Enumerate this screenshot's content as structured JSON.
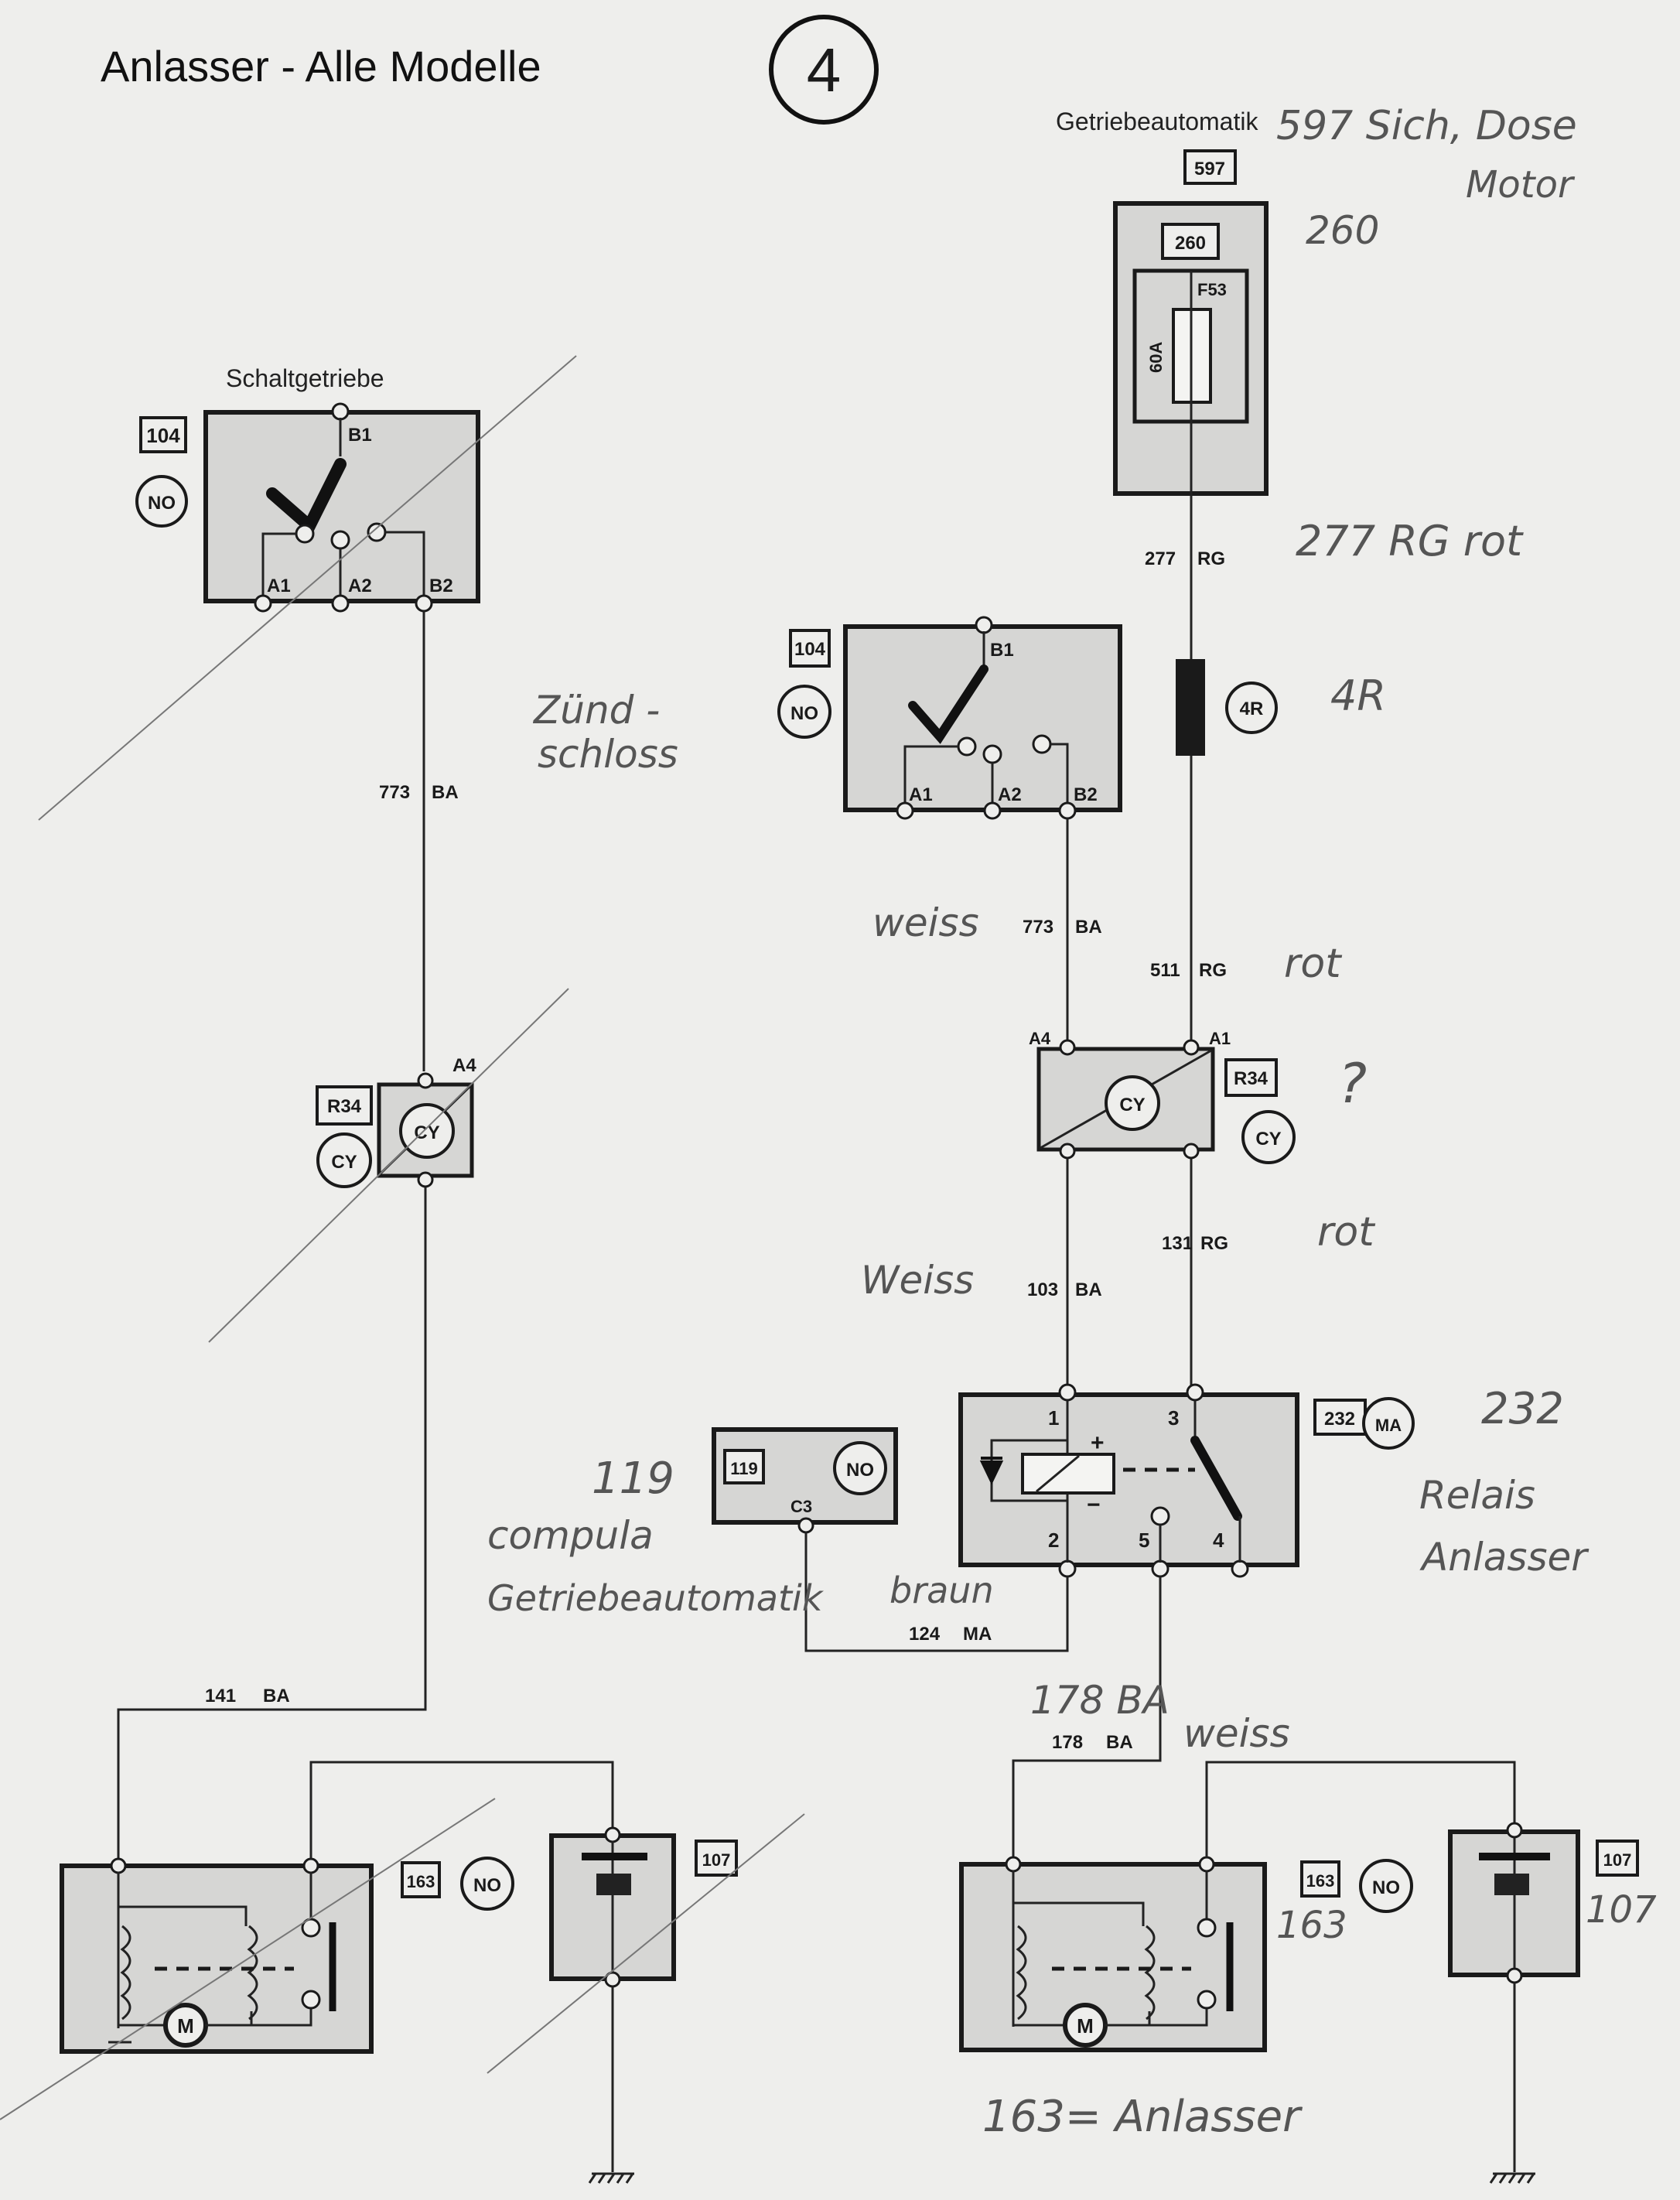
{
  "title": "Anlasser - Alle Modelle",
  "page_number": "4",
  "sections": {
    "left_label": "Schaltgetriebe",
    "right_label": "Getriebeautomatik"
  },
  "components": {
    "fuse_box_597": {
      "id": "597"
    },
    "fuse_260": {
      "id": "260",
      "fuse_name": "F53",
      "rating": "60A"
    },
    "resistor_4r": {
      "id": "4R"
    },
    "ignition_left": {
      "id": "104",
      "code": "NO",
      "pins": [
        "B1",
        "A1",
        "A2",
        "B2"
      ]
    },
    "ignition_right": {
      "id": "104",
      "code": "NO",
      "pins": [
        "B1",
        "A1",
        "A2",
        "B2"
      ]
    },
    "connector_left": {
      "id": "R34",
      "code": "CY",
      "inner": "CY",
      "pins": [
        "A4"
      ]
    },
    "connector_right": {
      "id": "R34",
      "code": "CY",
      "inner": "CY",
      "pins": [
        "A4",
        "A1"
      ]
    },
    "relay_232": {
      "id": "232",
      "code": "MA",
      "pins": [
        "1",
        "3",
        "2",
        "5",
        "4"
      ],
      "plus": "+",
      "minus": "−"
    },
    "computer_119": {
      "id": "119",
      "code": "NO",
      "pin": "C3"
    },
    "starter_left": {
      "id": "163",
      "code": "NO",
      "motor": "M"
    },
    "starter_right": {
      "id": "163",
      "code": "NO",
      "motor": "M"
    },
    "battery_left": {
      "id": "107"
    },
    "battery_right": {
      "id": "107"
    }
  },
  "wires": {
    "w773_left": {
      "num": "773",
      "color": "BA"
    },
    "w141": {
      "num": "141",
      "color": "BA"
    },
    "w277": {
      "num": "277",
      "color": "RG"
    },
    "w773_right": {
      "num": "773",
      "color": "BA"
    },
    "w511": {
      "num": "511",
      "color": "RG"
    },
    "w103": {
      "num": "103",
      "color": "BA"
    },
    "w131": {
      "num": "131",
      "color": "RG"
    },
    "w124": {
      "num": "124",
      "color": "MA"
    },
    "w178": {
      "num": "178",
      "color": "BA"
    }
  },
  "handwritten": {
    "n597": "597 Sich, Dose",
    "n597b": "Motor",
    "n260": "260",
    "n277": "277 RG rot",
    "n4r": "4R",
    "zund1": "Zünd -",
    "zund2": "schloss",
    "weiss1": "weiss",
    "rot1": "rot",
    "question": "?",
    "rot2": "rot",
    "weiss2": "Weiss",
    "n232": "232",
    "relais1": "Relais",
    "relais2": "Anlasser",
    "n119": "119",
    "computa": "compula",
    "getriebe": "Getriebeautomatik",
    "braun": "braun",
    "n178": "178 BA",
    "weiss3": "weiss",
    "n163": "163",
    "n107": "107",
    "anlasser": "163= Anlasser"
  }
}
